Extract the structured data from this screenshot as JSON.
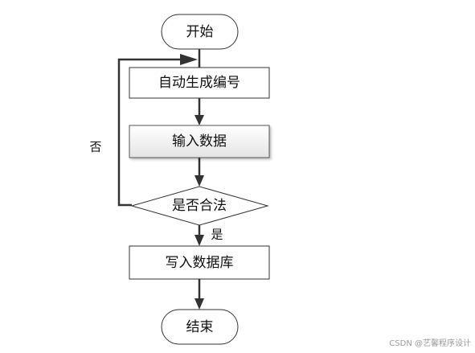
{
  "flowchart": {
    "nodes": {
      "start": "开始",
      "gen_id": "自动生成编号",
      "input": "输入数据",
      "check": "是否合法",
      "write": "写入数据库",
      "end": "结束"
    },
    "edge_labels": {
      "yes": "是",
      "no": "否"
    }
  },
  "watermark": "CSDN @艺馨程序设计"
}
